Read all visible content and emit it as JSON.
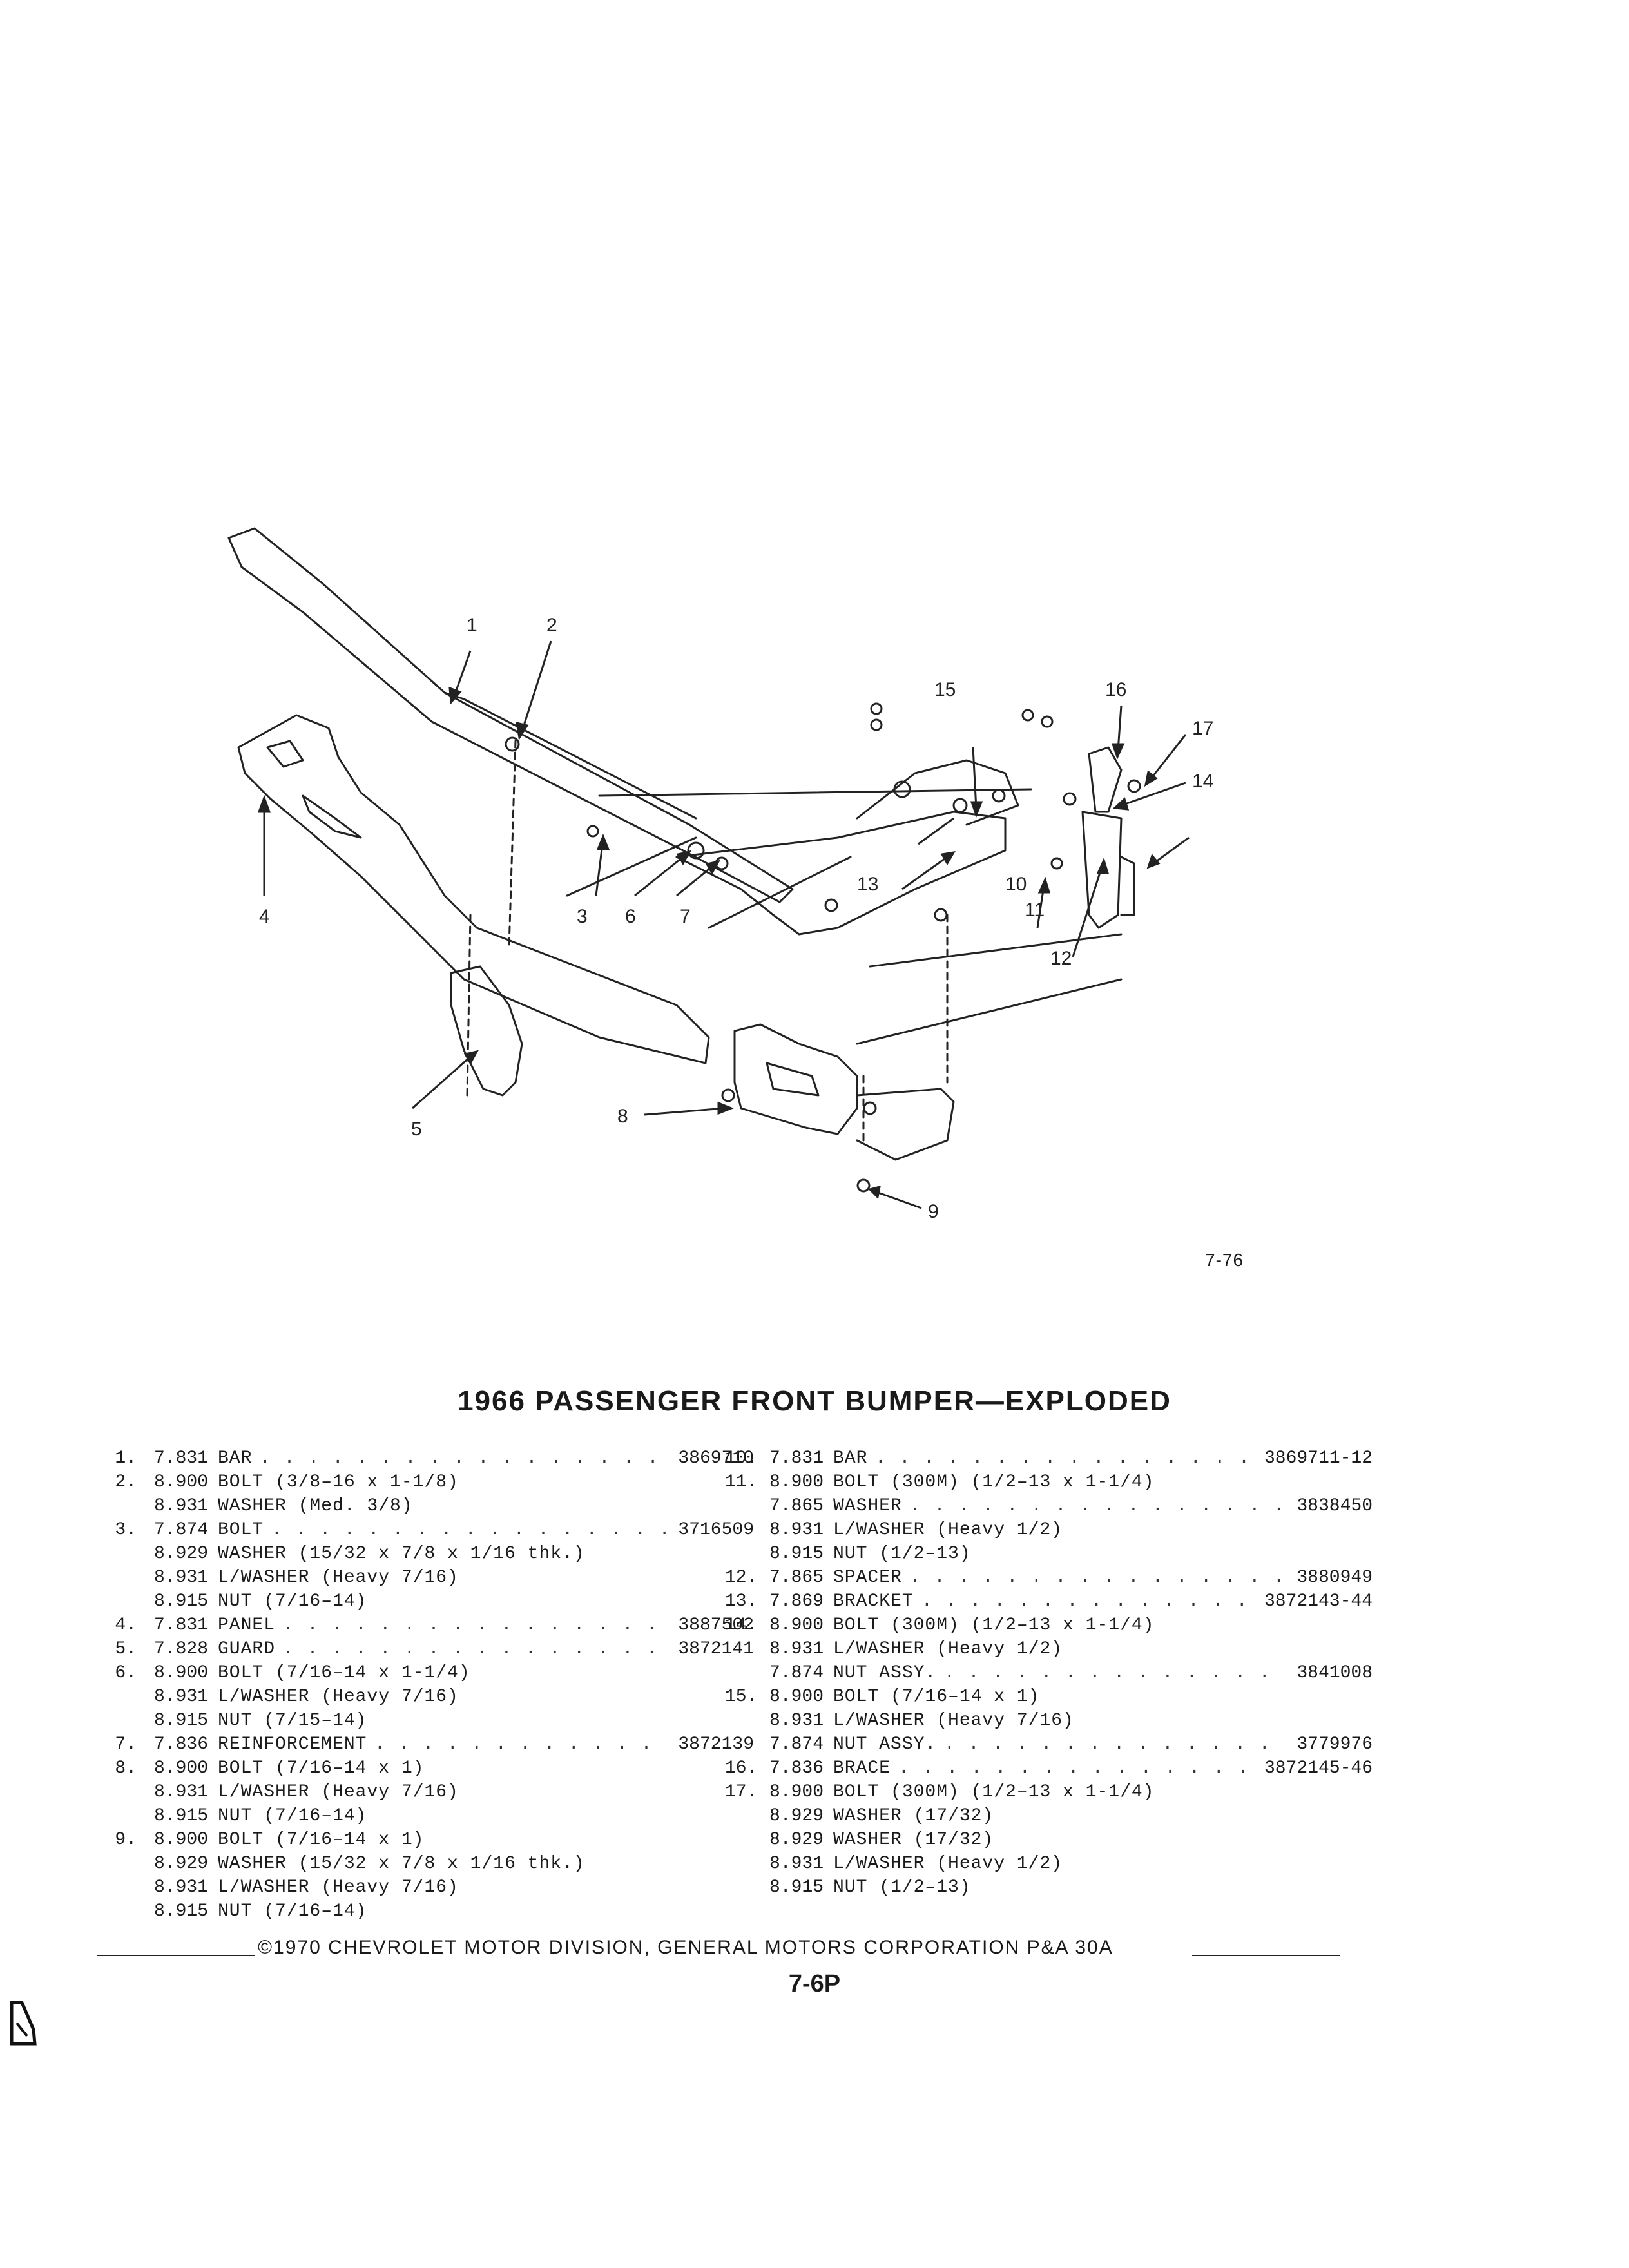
{
  "figure": {
    "callouts": [
      "1",
      "2",
      "3",
      "4",
      "5",
      "6",
      "7",
      "8",
      "9",
      "10",
      "11",
      "12",
      "13",
      "14",
      "15",
      "16",
      "17"
    ],
    "figure_id": "7-76"
  },
  "title": "1966 PASSENGER FRONT BUMPER—EXPLODED",
  "parts_left": [
    {
      "idx": "1.",
      "code": "7.831",
      "desc": "BAR",
      "pn": "3869710"
    },
    {
      "idx": "2.",
      "code": "8.900",
      "desc": "BOLT (3/8–16 x 1-1/8)",
      "pn": ""
    },
    {
      "idx": "",
      "code": "8.931",
      "desc": "WASHER (Med. 3/8)",
      "pn": ""
    },
    {
      "idx": "3.",
      "code": "7.874",
      "desc": "BOLT",
      "pn": "3716509"
    },
    {
      "idx": "",
      "code": "8.929",
      "desc": "WASHER (15/32 x 7/8 x 1/16 thk.)",
      "pn": ""
    },
    {
      "idx": "",
      "code": "8.931",
      "desc": "L/WASHER (Heavy 7/16)",
      "pn": ""
    },
    {
      "idx": "",
      "code": "8.915",
      "desc": "NUT (7/16–14)",
      "pn": ""
    },
    {
      "idx": "4.",
      "code": "7.831",
      "desc": "PANEL",
      "pn": "3887502"
    },
    {
      "idx": "5.",
      "code": "7.828",
      "desc": "GUARD",
      "pn": "3872141"
    },
    {
      "idx": "6.",
      "code": "8.900",
      "desc": "BOLT (7/16–14 x 1-1/4)",
      "pn": ""
    },
    {
      "idx": "",
      "code": "8.931",
      "desc": "L/WASHER (Heavy 7/16)",
      "pn": ""
    },
    {
      "idx": "",
      "code": "8.915",
      "desc": "NUT (7/15–14)",
      "pn": ""
    },
    {
      "idx": "7.",
      "code": "7.836",
      "desc": "REINFORCEMENT",
      "pn": "3872139"
    },
    {
      "idx": "8.",
      "code": "8.900",
      "desc": "BOLT (7/16–14 x 1)",
      "pn": ""
    },
    {
      "idx": "",
      "code": "8.931",
      "desc": "L/WASHER (Heavy 7/16)",
      "pn": ""
    },
    {
      "idx": "",
      "code": "8.915",
      "desc": "NUT (7/16–14)",
      "pn": ""
    },
    {
      "idx": "9.",
      "code": "8.900",
      "desc": "BOLT (7/16–14 x 1)",
      "pn": ""
    },
    {
      "idx": "",
      "code": "8.929",
      "desc": "WASHER (15/32 x 7/8 x 1/16 thk.)",
      "pn": ""
    },
    {
      "idx": "",
      "code": "8.931",
      "desc": "L/WASHER (Heavy 7/16)",
      "pn": ""
    },
    {
      "idx": "",
      "code": "8.915",
      "desc": "NUT (7/16–14)",
      "pn": ""
    }
  ],
  "parts_right": [
    {
      "idx": "10.",
      "code": "7.831",
      "desc": "BAR",
      "pn": "3869711-12"
    },
    {
      "idx": "11.",
      "code": "8.900",
      "desc": "BOLT (300M) (1/2–13 x 1-1/4)",
      "pn": ""
    },
    {
      "idx": "",
      "code": "7.865",
      "desc": "WASHER",
      "pn": "3838450"
    },
    {
      "idx": "",
      "code": "8.931",
      "desc": "L/WASHER (Heavy 1/2)",
      "pn": ""
    },
    {
      "idx": "",
      "code": "8.915",
      "desc": "NUT (1/2–13)",
      "pn": ""
    },
    {
      "idx": "12.",
      "code": "7.865",
      "desc": "SPACER",
      "pn": "3880949"
    },
    {
      "idx": "13.",
      "code": "7.869",
      "desc": "BRACKET",
      "pn": "3872143-44"
    },
    {
      "idx": "14.",
      "code": "8.900",
      "desc": "BOLT (300M) (1/2–13 x 1-1/4)",
      "pn": ""
    },
    {
      "idx": "",
      "code": "8.931",
      "desc": "L/WASHER (Heavy 1/2)",
      "pn": ""
    },
    {
      "idx": "",
      "code": "7.874",
      "desc": "NUT ASSY.",
      "pn": "3841008"
    },
    {
      "idx": "15.",
      "code": "8.900",
      "desc": "BOLT (7/16–14 x 1)",
      "pn": ""
    },
    {
      "idx": "",
      "code": "8.931",
      "desc": "L/WASHER (Heavy 7/16)",
      "pn": ""
    },
    {
      "idx": "",
      "code": "7.874",
      "desc": "NUT ASSY.",
      "pn": "3779976"
    },
    {
      "idx": "16.",
      "code": "7.836",
      "desc": "BRACE",
      "pn": "3872145-46"
    },
    {
      "idx": "17.",
      "code": "8.900",
      "desc": "BOLT (300M) (1/2–13 x 1-1/4)",
      "pn": ""
    },
    {
      "idx": "",
      "code": "8.929",
      "desc": "WASHER (17/32)",
      "pn": ""
    },
    {
      "idx": "",
      "code": "8.929",
      "desc": "WASHER (17/32)",
      "pn": ""
    },
    {
      "idx": "",
      "code": "8.931",
      "desc": "L/WASHER (Heavy 1/2)",
      "pn": ""
    },
    {
      "idx": "",
      "code": "8.915",
      "desc": "NUT (1/2–13)",
      "pn": ""
    }
  ],
  "footer": "©1970 CHEVROLET MOTOR DIVISION, GENERAL MOTORS CORPORATION   P&A 30A",
  "page_number": "7-6P"
}
